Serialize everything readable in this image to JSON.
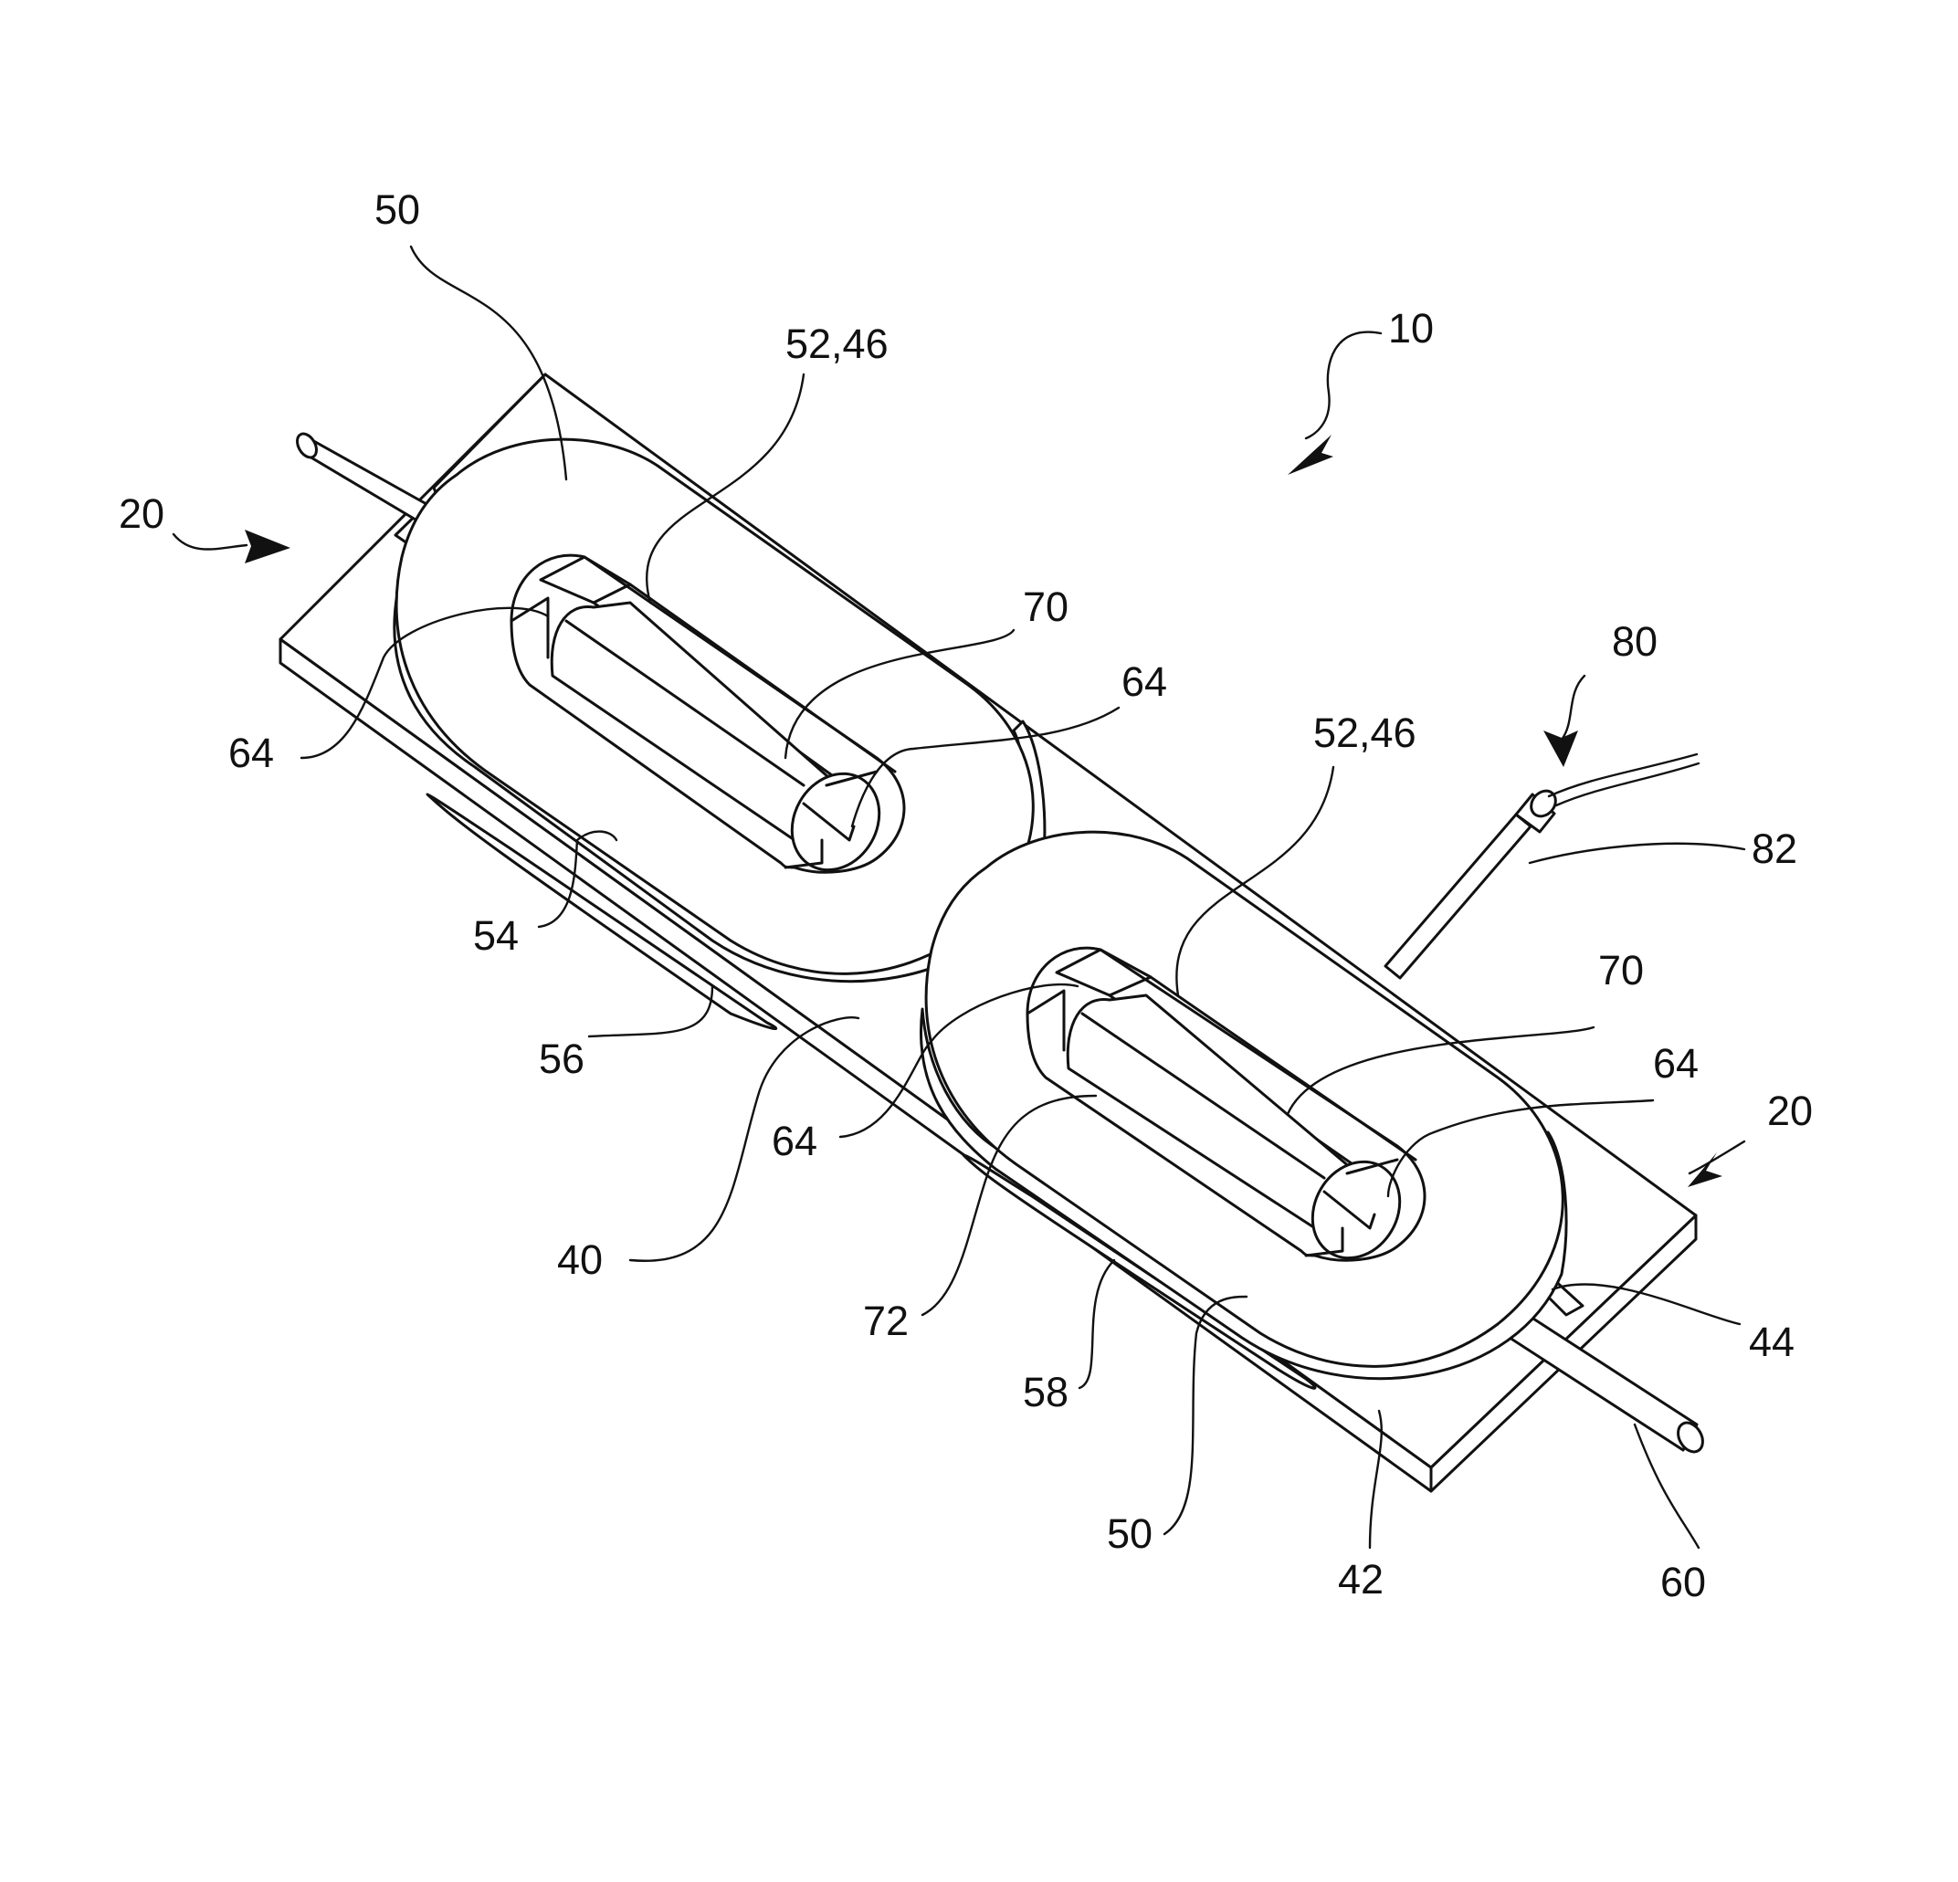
{
  "labels": {
    "ref_10": "10",
    "ref_20_left": "20",
    "ref_20_right": "20",
    "ref_40": "40",
    "ref_42": "42",
    "ref_44": "44",
    "ref_50_top": "50",
    "ref_50_bottom": "50",
    "ref_52_46_left": "52,46",
    "ref_52_46_right": "52,46",
    "ref_54": "54",
    "ref_56": "56",
    "ref_58": "58",
    "ref_60": "60",
    "ref_64_a": "64",
    "ref_64_b": "64",
    "ref_64_c": "64",
    "ref_64_d": "64",
    "ref_70_left": "70",
    "ref_70_right": "70",
    "ref_72": "72",
    "ref_80": "80",
    "ref_82": "82"
  },
  "colors": {
    "line": "#111111",
    "background": "#ffffff"
  }
}
